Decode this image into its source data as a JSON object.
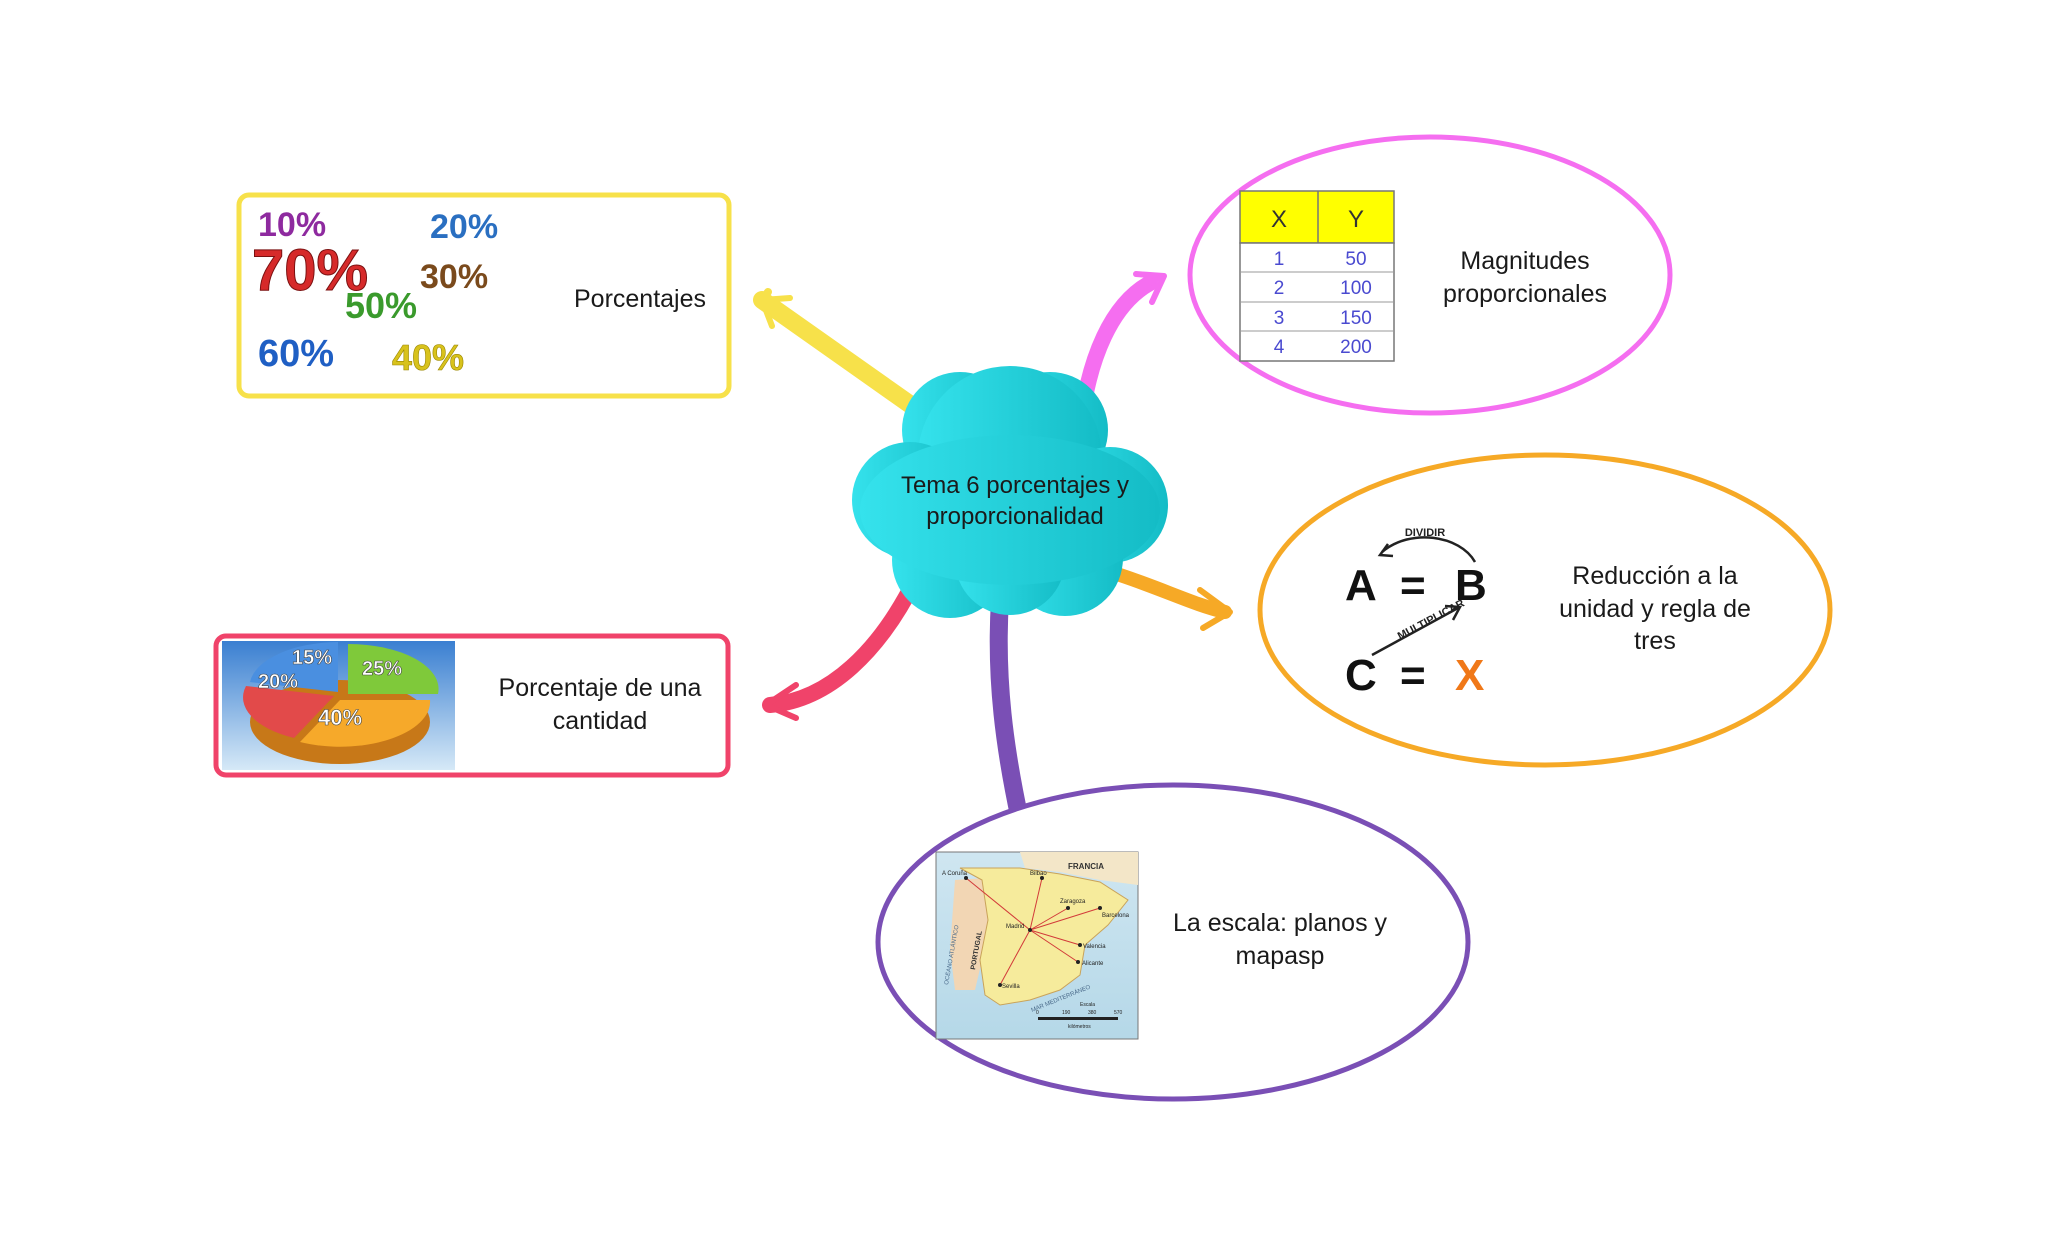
{
  "central": {
    "text": "Tema 6 porcentajes y proporcionalidad"
  },
  "topics": {
    "porcentajes": {
      "label": "Porcentajes",
      "color": "#f7e14a",
      "image_values": [
        "10%",
        "20%",
        "70%",
        "30%",
        "50%",
        "60%",
        "40%"
      ]
    },
    "porcentaje_cantidad": {
      "label": "Porcentaje de una cantidad",
      "color": "#f0436a",
      "pie_labels": [
        "15%",
        "25%",
        "20%",
        "40%"
      ]
    },
    "magnitudes": {
      "label": "Magnitudes proporcionales",
      "color": "#f56ef0",
      "table": {
        "headers": [
          "X",
          "Y"
        ],
        "rows": [
          [
            "1",
            "50"
          ],
          [
            "2",
            "100"
          ],
          [
            "3",
            "150"
          ],
          [
            "4",
            "200"
          ]
        ]
      }
    },
    "reduccion": {
      "label": "Reducción a la unidad y regla de tres",
      "color": "#f6a926",
      "formula": {
        "a": "A",
        "eq": "=",
        "b": "B",
        "c": "C",
        "x": "X",
        "top_label": "DIVIDIR",
        "diag_label": "MULTIPLICAR"
      }
    },
    "escala": {
      "label": "La escala: planos y mapasp",
      "color": "#7a4fb5",
      "map": {
        "france": "FRANCIA",
        "portugal": "PORTUGAL",
        "ocean": "OCÉANO ATLÁNTICO",
        "sea": "MAR MEDITERRÁNEO",
        "cities": [
          "A Coruña",
          "Bilbao",
          "Zaragoza",
          "Barcelona",
          "Madrid",
          "Valencia",
          "Alicante",
          "Sevilla"
        ],
        "scale_title": "Escala",
        "scale_ticks": [
          "0",
          "190",
          "380",
          "570"
        ],
        "scale_unit": "kilómetros"
      }
    }
  }
}
